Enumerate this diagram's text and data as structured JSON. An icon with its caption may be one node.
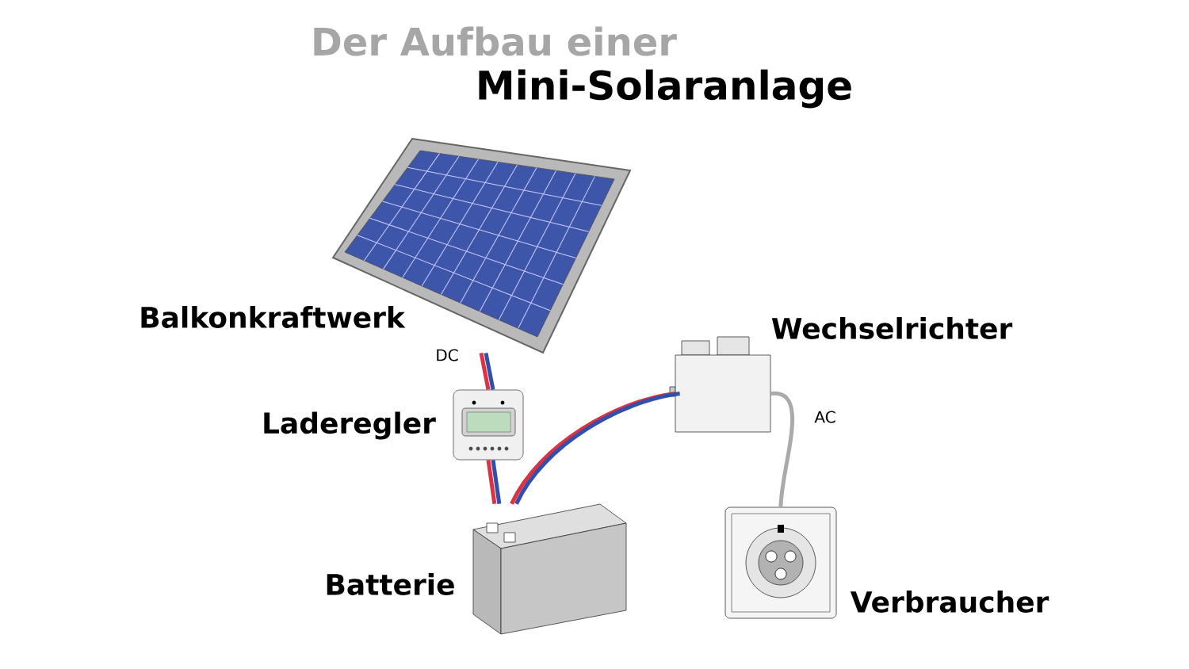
{
  "diagram": {
    "title": "Mini-Solaranlage",
    "nodes": [
      {
        "text": [],
        "shape": "picture",
        "beside": [
          "Balkonkraftwerk"
        ]
      },
      {
        "text": [],
        "shape": "picture",
        "beside": [
          "Laderegler"
        ]
      },
      {
        "text": [],
        "shape": "picture",
        "beside": [
          "Batterie"
        ]
      },
      {
        "text": [],
        "shape": "box",
        "beside": [
          "Wechselrichter"
        ]
      },
      {
        "text": [],
        "shape": "picture",
        "beside": [
          "Verbraucher"
        ]
      }
    ],
    "edges": [
      {
        "from": 0,
        "to": 1,
        "arrow": "none",
        "label": "DC",
        "color": "#dc3246"
      },
      {
        "from": 0,
        "to": 1,
        "arrow": "none",
        "color": "#3250aa"
      },
      {
        "from": 1,
        "to": 2,
        "arrow": "none",
        "color": "#dc3246"
      },
      {
        "from": 1,
        "to": 2,
        "arrow": "none",
        "color": "#3250aa"
      },
      {
        "from": 2,
        "to": 3,
        "arrow": "none",
        "color": "#dc3246"
      },
      {
        "from": 2,
        "to": 3,
        "arrow": "none",
        "color": "#3250aa"
      },
      {
        "from": 3,
        "to": 4,
        "arrow": "none",
        "label": "AC",
        "color": "#aaaaaa"
      }
    ],
    "labels": [
      "Der Aufbau einer"
    ]
  }
}
